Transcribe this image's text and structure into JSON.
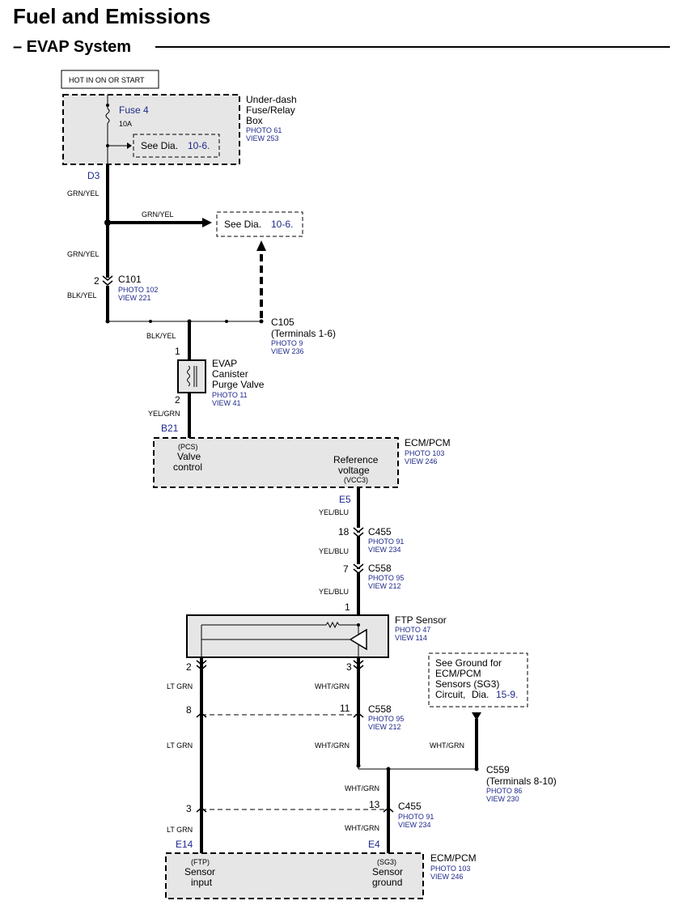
{
  "header": {
    "title": "Fuel and Emissions",
    "section": "– EVAP System"
  },
  "power_label": "HOT IN ON OR START",
  "fusebox": {
    "fuse": "Fuse 4",
    "amp": "10A",
    "see": "See Dia.",
    "see_ref": "10-6.",
    "name": [
      "Under-dash",
      "Fuse/Relay",
      "Box"
    ],
    "photo": "PHOTO 61",
    "view": "VIEW 253",
    "terminal": "D3"
  },
  "see_right": {
    "text": "See Dia.",
    "ref": "10-6."
  },
  "wires": {
    "grn_yel": "GRN/YEL",
    "blk_yel": "BLK/YEL",
    "yel_grn": "YEL/GRN",
    "yel_blu": "YEL/BLU",
    "lt_grn": "LT GRN",
    "wht_grn": "WHT/GRN"
  },
  "c101": {
    "name": "C101",
    "pin": "2",
    "photo": "PHOTO 102",
    "view": "VIEW 221"
  },
  "c105": {
    "name": "C105",
    "sub": "(Terminals 1-6)",
    "photo": "PHOTO 9",
    "view": "VIEW 236"
  },
  "valve": {
    "name": [
      "EVAP",
      "Canister",
      "Purge Valve"
    ],
    "photo": "PHOTO 11",
    "view": "VIEW 41",
    "pin1": "1",
    "pin2": "2"
  },
  "ecm1": {
    "terminal_left": "B21",
    "pcs": "(PCS)",
    "valve_control": [
      "Valve",
      "control"
    ],
    "ref_voltage": [
      "Reference",
      "voltage"
    ],
    "vcc3": "(VCC3)",
    "terminal_right": "E5",
    "name": "ECM/PCM",
    "photo": "PHOTO 103",
    "view": "VIEW 246"
  },
  "c455a": {
    "name": "C455",
    "pin": "18",
    "photo": "PHOTO 91",
    "view": "VIEW 234"
  },
  "c558a": {
    "name": "C558",
    "pin": "7",
    "photo": "PHOTO 95",
    "view": "VIEW 212"
  },
  "ftp": {
    "pin_top": "1",
    "name": "FTP Sensor",
    "photo": "PHOTO 47",
    "view": "VIEW 114",
    "pin_left": "2",
    "pin_right": "3"
  },
  "ground_note": {
    "lines": [
      "See Ground for",
      "ECM/PCM",
      "Sensors (SG3)"
    ],
    "circuit": "Circuit,",
    "dia": "Dia.",
    "ref": "15-9."
  },
  "c558b": {
    "name": "C558",
    "pin_left": "8",
    "pin_right": "11",
    "photo": "PHOTO 95",
    "view": "VIEW 212"
  },
  "c559": {
    "name": "C559",
    "sub": "(Terminals 8-10)",
    "photo": "PHOTO 86",
    "view": "VIEW 230"
  },
  "c455b": {
    "name": "C455",
    "pin_left": "3",
    "pin_right": "13",
    "photo": "PHOTO 91",
    "view": "VIEW 234"
  },
  "ecm2": {
    "terminal_left": "E14",
    "terminal_right": "E4",
    "ftp": "(FTP)",
    "sensor_input": [
      "Sensor",
      "input"
    ],
    "sg3": "(SG3)",
    "sensor_ground": [
      "Sensor",
      "ground"
    ],
    "name": "ECM/PCM",
    "photo": "PHOTO 103",
    "view": "VIEW 246"
  }
}
